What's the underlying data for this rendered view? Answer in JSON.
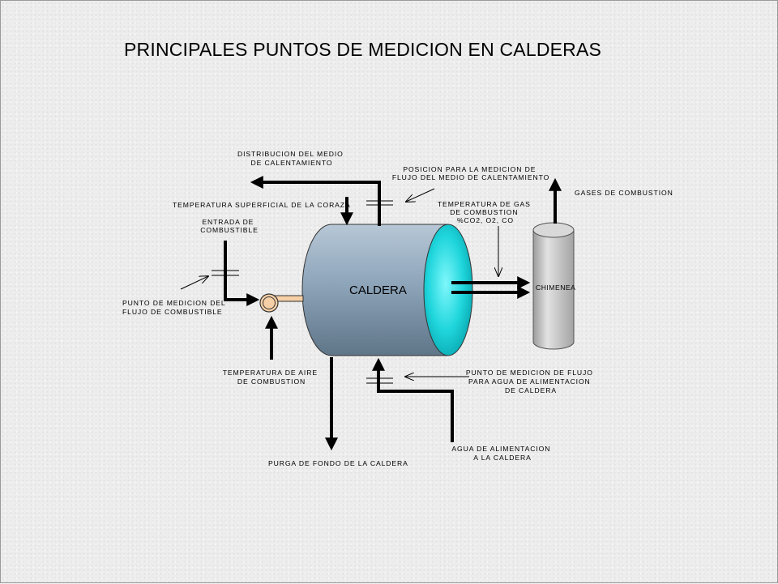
{
  "title": "PRINCIPALES PUNTOS DE MEDICION EN CALDERAS",
  "boiler": {
    "label": "CALDERA"
  },
  "chimney": {
    "label": "CHIMENEA"
  },
  "labels": {
    "distribucion": [
      "DISTRIBUCION DEL MEDIO",
      "DE CALENTAMIENTO"
    ],
    "posicion_flujo": [
      "POSICION PARA LA MEDICION DE",
      "FLUJO DEL MEDIO DE CALENTAMIENTO"
    ],
    "gases": [
      "GASES DE COMBUSTION"
    ],
    "temp_superficial": [
      "TEMPERATURA SUPERFICIAL DE LA CORAZA"
    ],
    "temp_gas": [
      "TEMPERATURA DE GAS",
      "DE COMBUSTION",
      "%CO2, O2, CO"
    ],
    "entrada_combustible": [
      "ENTRADA DE",
      "COMBUSTIBLE"
    ],
    "punto_combustible": [
      "PUNTO DE MEDICION DEL",
      "FLUJO DE COMBUSTIBLE"
    ],
    "temp_aire": [
      "TEMPERATURA DE AIRE",
      "DE COMBUSTION"
    ],
    "punto_agua": [
      "PUNTO DE MEDICION DE FLUJO",
      "PARA AGUA DE ALIMENTACION",
      "DE CALDERA"
    ],
    "agua_alimentacion": [
      "AGUA DE ALIMENTACION",
      "A LA CALDERA"
    ],
    "purga": [
      "PURGA DE FONDO DE LA CALDERA"
    ]
  },
  "colors": {
    "boiler_body": "#8fa6bb",
    "boiler_face": "#1fd6dc",
    "chimney": "#c8c8c8",
    "burner": "#f6cfa6",
    "line": "#000000"
  }
}
